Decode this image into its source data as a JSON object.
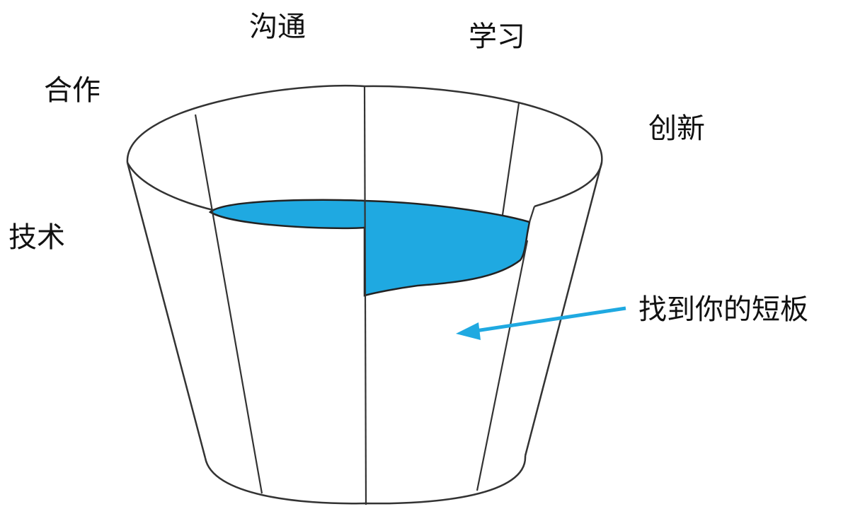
{
  "labels": {
    "goutong": "沟通",
    "xuexi": "学习",
    "hezuo": "合作",
    "chuangxin": "创新",
    "jishu": "技术",
    "callout": "找到你的短板"
  },
  "colors": {
    "water": "#1fa9e1",
    "outline": "#333333",
    "arrow": "#1fa9e1",
    "text": "#111111"
  }
}
